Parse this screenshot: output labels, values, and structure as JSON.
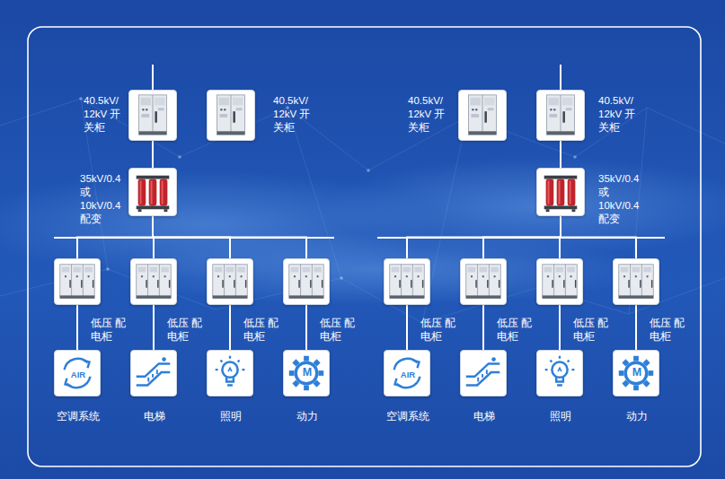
{
  "diagram": {
    "nodes": [
      {
        "text": [
          "40.5kV/ 12kV 开关柜"
        ]
      },
      {
        "text": [
          "40.5kV/ 12kV 开关柜"
        ]
      },
      {
        "text": [
          "35kV/0.4 或10kV/0.4 配变"
        ]
      },
      {
        "text": [
          "低压 配电柜"
        ]
      },
      {
        "text": [
          "低压 配电柜"
        ]
      },
      {
        "text": [
          "低压 配电柜"
        ]
      },
      {
        "text": [
          "低压 配电柜"
        ]
      },
      {
        "text": [
          "AIR",
          "空调系统"
        ]
      },
      {
        "text": [
          "电梯"
        ]
      },
      {
        "text": [
          "照明"
        ]
      },
      {
        "text": [
          "M",
          "动力"
        ]
      },
      {
        "text": [
          "40.5kV/ 12kV 开关柜"
        ]
      },
      {
        "text": [
          "40.5kV/ 12kV 开关柜"
        ]
      },
      {
        "text": [
          "35kV/0.4 或10kV/0.4 配变"
        ]
      },
      {
        "text": [
          "低压 配电柜"
        ]
      },
      {
        "text": [
          "低压 配电柜"
        ]
      },
      {
        "text": [
          "低压 配电柜"
        ]
      },
      {
        "text": [
          "低压 配电柜"
        ]
      },
      {
        "text": [
          "AIR",
          "空调系统"
        ]
      },
      {
        "text": [
          "电梯"
        ]
      },
      {
        "text": [
          "照明"
        ]
      },
      {
        "text": [
          "M",
          "动力"
        ]
      }
    ],
    "edges": [
      {
        "from": 0,
        "to": 2,
        "arrow": "none"
      },
      {
        "from": 2,
        "to": 3,
        "arrow": "none"
      },
      {
        "from": 2,
        "to": 4,
        "arrow": "none"
      },
      {
        "from": 2,
        "to": 5,
        "arrow": "none"
      },
      {
        "from": 2,
        "to": 6,
        "arrow": "none"
      },
      {
        "from": 3,
        "to": 7,
        "arrow": "none"
      },
      {
        "from": 4,
        "to": 8,
        "arrow": "none"
      },
      {
        "from": 5,
        "to": 9,
        "arrow": "none"
      },
      {
        "from": 6,
        "to": 10,
        "arrow": "none"
      },
      {
        "from": 12,
        "to": 13,
        "arrow": "none"
      },
      {
        "from": 13,
        "to": 14,
        "arrow": "none"
      },
      {
        "from": 13,
        "to": 15,
        "arrow": "none"
      },
      {
        "from": 13,
        "to": 16,
        "arrow": "none"
      },
      {
        "from": 13,
        "to": 17,
        "arrow": "none"
      },
      {
        "from": 14,
        "to": 18,
        "arrow": "none"
      },
      {
        "from": 15,
        "to": 19,
        "arrow": "none"
      },
      {
        "from": 16,
        "to": 20,
        "arrow": "none"
      },
      {
        "from": 17,
        "to": 21,
        "arrow": "none"
      }
    ]
  }
}
